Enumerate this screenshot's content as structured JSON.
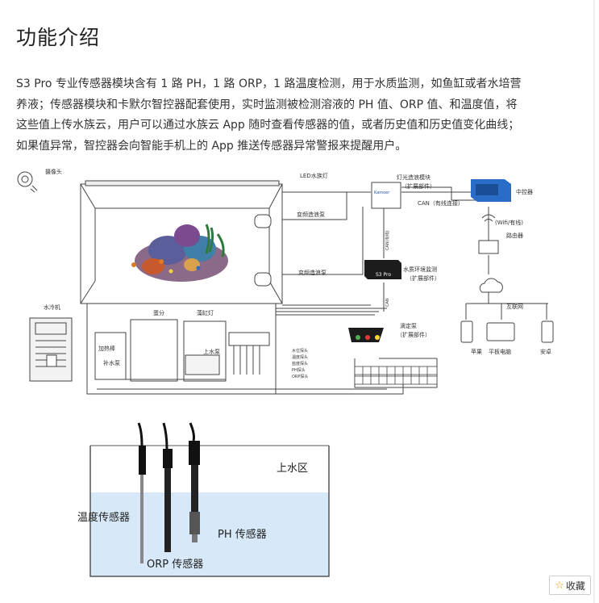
{
  "section_title": "功能介绍",
  "paragraph_lines": [
    "S3 Pro 专业传感器模块含有 1 路 PH，1 路 ORP，1 路温度检测，用于水质监测，如鱼缸或者水培营",
    "养液；传感器模块和卡默尔智控器配套使用，实时监测被检测溶液的 PH 值、ORP 值、和温度值，将",
    "这些值上传水族云，用户可以通过水族云 App 随时查看传感器的值，或者历史值和历史值变化曲线；",
    "如果值异常，智控器会向智能手机上的 App 推送传感器异常警报来提醒用户。"
  ],
  "diagram": {
    "camera": "摄像头",
    "led": "LED水族灯",
    "light_module": "灯光造浪模块",
    "light_module_sub": "（扩展部件）",
    "central": "中控器",
    "can_wired": "CAN（有线连接）",
    "wifi": "(Wifi/有线)",
    "router": "路由器",
    "wave_pump_1": "变频造浪泵",
    "wave_pump_2": "变频造浪泵",
    "can_v": "CAN(有线)",
    "water_monitor": "水质环境监测",
    "water_monitor_sub": "（扩展部件）",
    "s3pro": "S3 Pro",
    "cloud": "云",
    "internet": "互联网",
    "chiller": "水冷机",
    "skimmer": "蛋分",
    "algae_lamp": "藻缸灯",
    "heater": "加热棒",
    "refill_pump": "补水泵",
    "upper_pump": "上水泵",
    "can_h": "CAN",
    "dosing": "滴定泵",
    "dosing_sub": "（扩展部件）",
    "level_probe": "水位探头",
    "temp_probe": "温度探头",
    "salinity_probe": "盐度探头",
    "ph_probe": "PH探头",
    "orp_probe": "ORP探头",
    "apple": "苹果",
    "tablet": "平板电脑",
    "android": "安卓",
    "brand": "Kamoer"
  },
  "sensor_figure": {
    "zone": "上水区",
    "temp_sensor": "温度传感器",
    "ph_sensor": "PH 传感器",
    "orp_sensor": "ORP 传感器"
  },
  "favorite_label": "收藏"
}
